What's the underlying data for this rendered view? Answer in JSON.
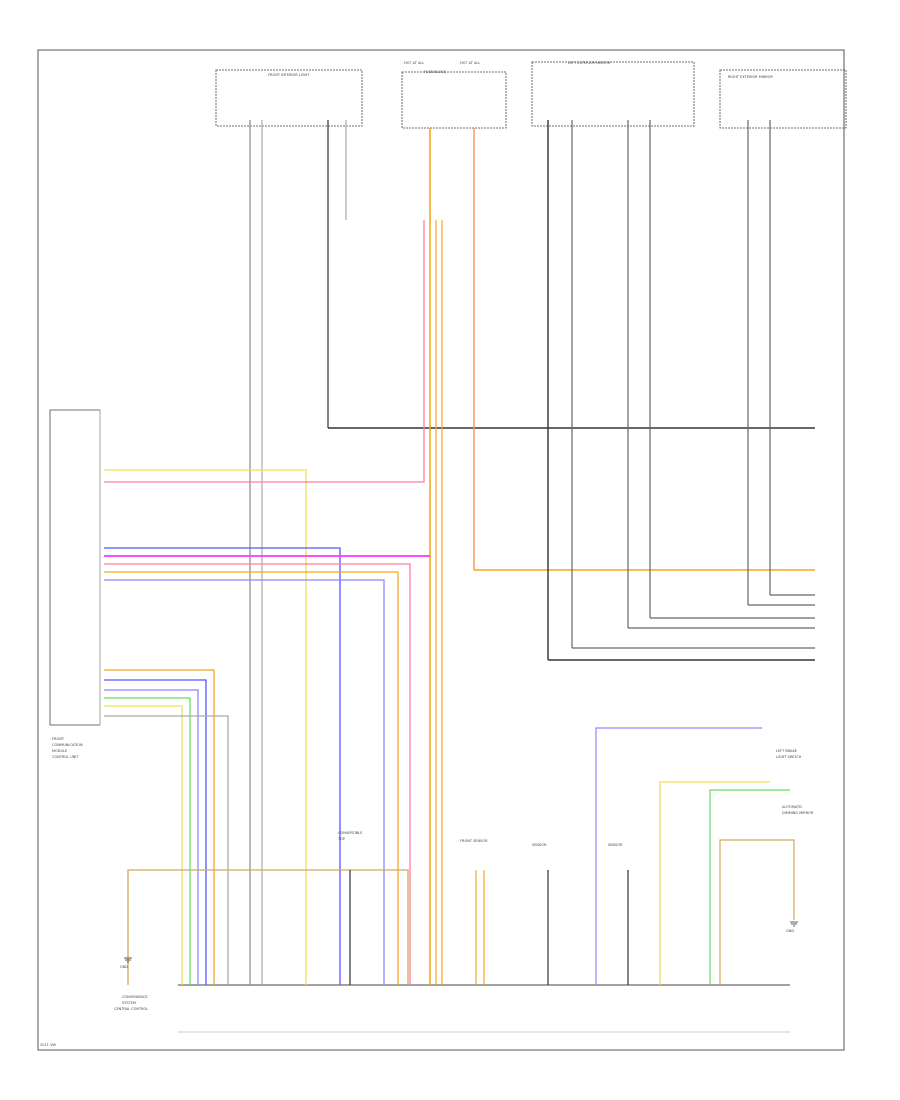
{
  "component_labels": {
    "dome_lamp_label": "FRONT INTERIOR LIGHT",
    "hot_at_all_times_1": "HOT AT ALL",
    "hot_at_all_times_2": "HOT AT ALL",
    "fuse_block_label": "FUSE BLOCK",
    "left_mirror_label": "LEFT EXTERIOR MIRROR",
    "right_mirror_label": "RIGHT EXTERIOR MIRROR",
    "front_control_module_1": "FRONT",
    "front_control_module_2": "COMMUNICATION",
    "front_control_module_3": "MODULE",
    "front_control_module_4": "CONTROL UNIT",
    "rear_control_module_1": "CONVENIENCE",
    "rear_control_module_2": "SYSTEM",
    "rear_control_module_3": "CENTRAL CONTROL",
    "left_switch_label_1": "LEFT BRAKE",
    "left_switch_label_2": "LIGHT SWITCH",
    "auto_mirror_label_1": "AUTOMATIC",
    "auto_mirror_label_2": "DIMMING MIRROR",
    "sensor_1": "FRONT SENSOR",
    "sensor_2": "SENSOR",
    "sensor_3": "SENSOR",
    "mid_component_1": "CONVERTIBLE",
    "mid_component_2": "TOP",
    "ground_label": "GND",
    "footer_code": "2011 VW"
  },
  "colors": {
    "orange": "#f5a623",
    "pink": "#ff7fa0",
    "magenta": "#ff33ff",
    "blue": "#5555ff",
    "violet": "#8888ff",
    "green": "#66dd66",
    "yellow": "#eedd55",
    "black": "#222222",
    "gray": "#888888",
    "tan": "#d4a860"
  }
}
